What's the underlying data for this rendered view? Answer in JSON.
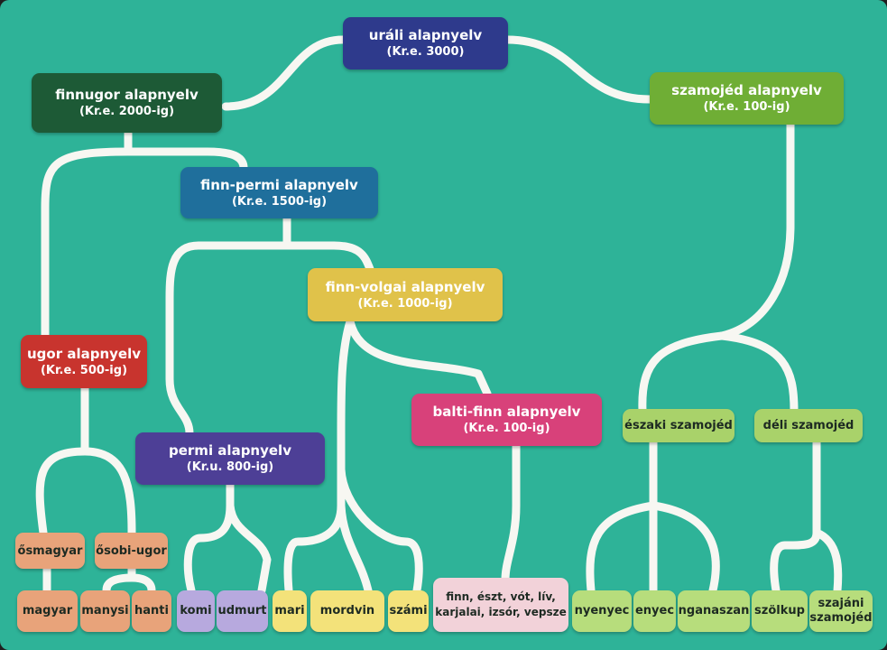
{
  "colors": {
    "background": "#2eb398",
    "lines": "#f7f7f2",
    "uralic": "#2e3a8c",
    "finno_ugric": "#1d5a36",
    "finno_permic": "#1f6f9c",
    "finno_volgaic": "#e0c24a",
    "ugric": "#c8342e",
    "permic": "#4d3f96",
    "baltic_finnic": "#d8417a",
    "samoyedic": "#6fae35",
    "samoyedic_branch": "#a9d26a",
    "ugric_leaf": "#e8a37a",
    "permic_leaf": "#b7a9de",
    "volgaic_leaf": "#f3e27a",
    "baltic_leaf": "#f2d2d9",
    "samoyedic_leaf": "#b7dd7c"
  },
  "nodes": {
    "urali": {
      "name": "uráli alapnyelv",
      "date": "(Kr.e. 3000)"
    },
    "finnugor": {
      "name": "finnugor alapnyelv",
      "date": "(Kr.e. 2000-ig)"
    },
    "szamojed": {
      "name": "szamojéd alapnyelv",
      "date": "(Kr.e. 100-ig)"
    },
    "finnpermi": {
      "name": "finn-permi alapnyelv",
      "date": "(Kr.e. 1500-ig)"
    },
    "finnvolgai": {
      "name": "finn-volgai alapnyelv",
      "date": "(Kr.e. 1000-ig)"
    },
    "ugor": {
      "name": "ugor alapnyelv",
      "date": "(Kr.e. 500-ig)"
    },
    "permi": {
      "name": "permi alapnyelv",
      "date": "(Kr.u. 800-ig)"
    },
    "baltifinn": {
      "name": "balti-finn alapnyelv",
      "date": "(Kr.e. 100-ig)"
    },
    "eszaki": {
      "name": "északi szamojéd"
    },
    "deli": {
      "name": "déli szamojéd"
    },
    "osmagyar": {
      "name": "ősmagyar"
    },
    "osobiugor": {
      "name": "ősobi-ugor"
    }
  },
  "leaves": {
    "magyar": "magyar",
    "manysi": "manysi",
    "hanti": "hanti",
    "komi": "komi",
    "udmurt": "udmurt",
    "mari": "mari",
    "mordvin": "mordvin",
    "szami": "számi",
    "baltifinn_line1": "finn, észt, vót, lív,",
    "baltifinn_line2": "karjalai, izsór, vepsze",
    "nyenyec": "nyenyec",
    "enyec": "enyec",
    "nganaszan": "nganaszan",
    "szolkup": "szölkup",
    "szajani_line1": "szajáni",
    "szajani_line2": "szamojéd"
  }
}
